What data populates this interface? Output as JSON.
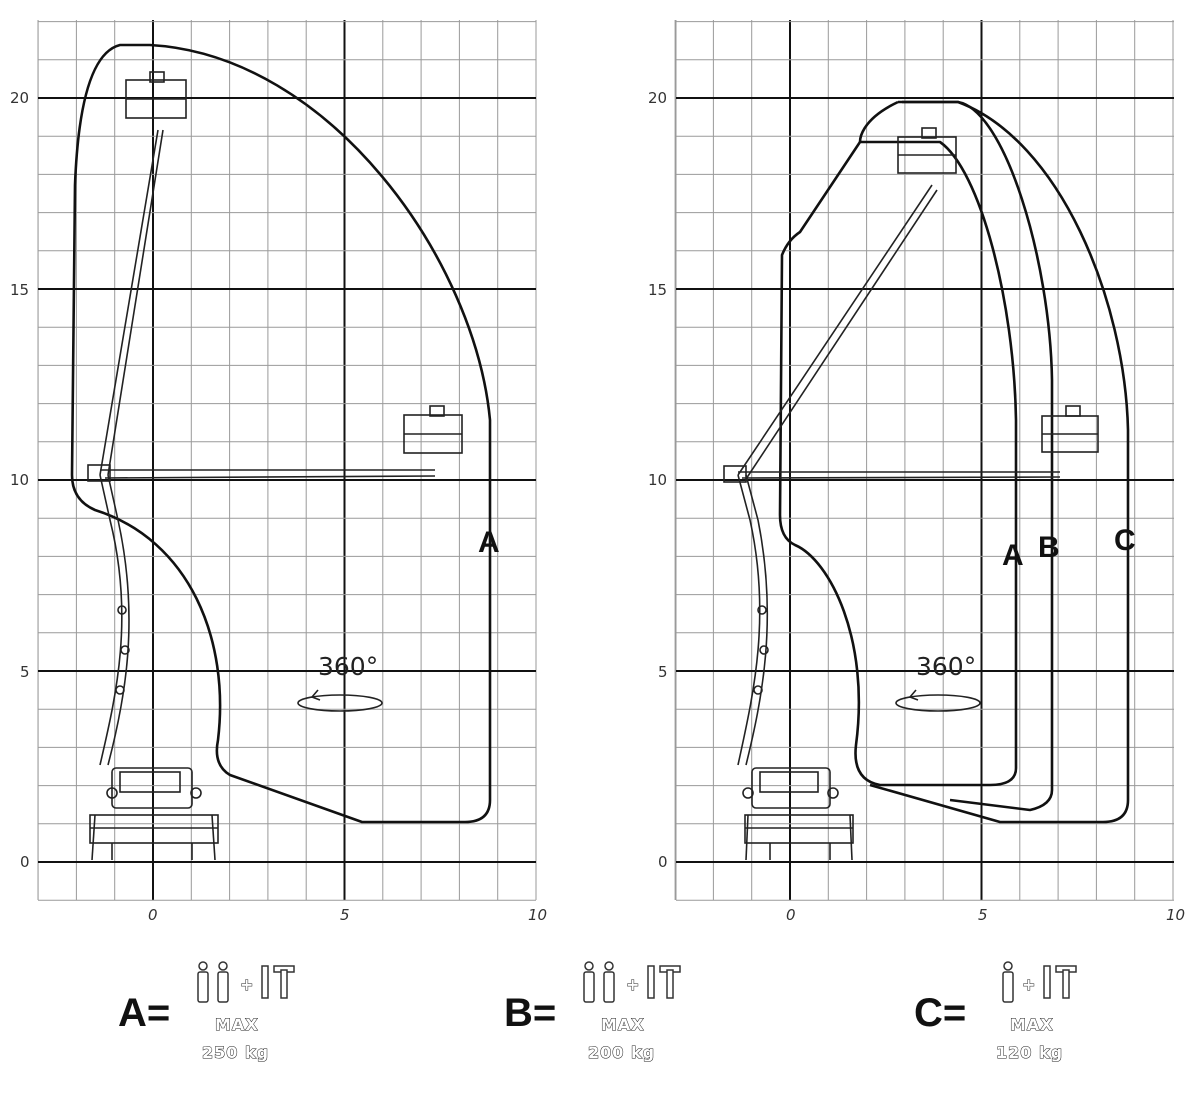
{
  "panels": [
    {
      "id": "left",
      "y_ticks": [
        "0",
        "5",
        "10",
        "15",
        "20"
      ],
      "x_ticks": [
        "0",
        "5",
        "10"
      ],
      "curve_labels": [
        "A"
      ],
      "rotation_label": "360°"
    },
    {
      "id": "right",
      "y_ticks": [
        "0",
        "5",
        "10",
        "15",
        "20"
      ],
      "x_ticks": [
        "0",
        "5",
        "10"
      ],
      "curve_labels": [
        "A",
        "B",
        "C"
      ],
      "rotation_label": "360°"
    }
  ],
  "legend": [
    {
      "key": "A=",
      "persons": 2,
      "max_label": "MAX",
      "weight": "250 kg"
    },
    {
      "key": "B=",
      "persons": 2,
      "max_label": "MAX",
      "weight": "200 kg"
    },
    {
      "key": "C=",
      "persons": 1,
      "max_label": "MAX",
      "weight": "120 kg"
    }
  ],
  "icons": [
    "person-icon",
    "plus-icon",
    "tools-icon",
    "rotation-arrow-icon",
    "truck-icon",
    "basket-icon"
  ]
}
